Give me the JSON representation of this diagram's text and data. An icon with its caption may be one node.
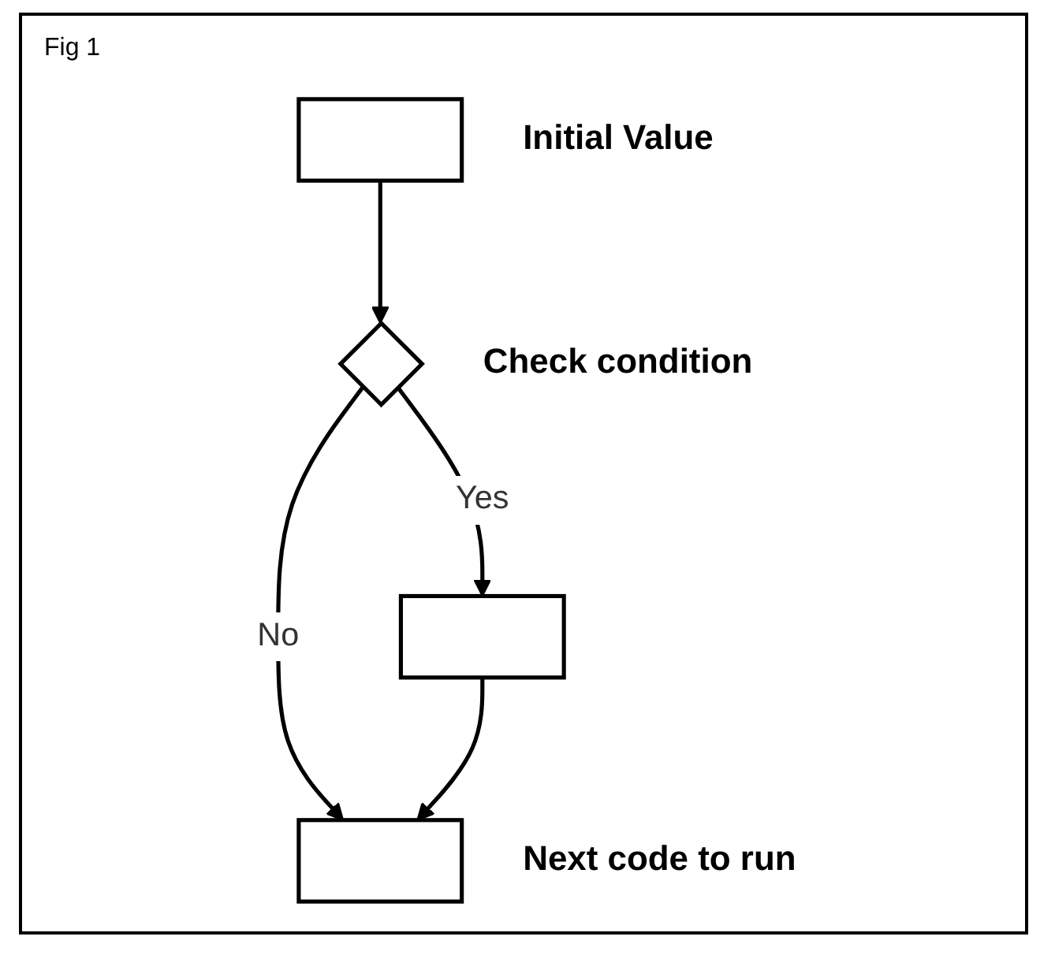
{
  "diagram": {
    "title": "Fig 1",
    "nodes": [
      {
        "text": [],
        "shape": "box",
        "beside": [
          "Initial Value"
        ]
      },
      {
        "text": [],
        "shape": "diamond",
        "beside": [
          "Check condition"
        ]
      },
      {
        "text": [],
        "shape": "box"
      },
      {
        "text": [],
        "shape": "box",
        "beside": [
          "Next code to run"
        ]
      }
    ],
    "edges": [
      {
        "from": 0,
        "to": 1,
        "arrow": "to"
      },
      {
        "from": 1,
        "to": 2,
        "arrow": "to",
        "label": "Yes"
      },
      {
        "from": 1,
        "to": 3,
        "arrow": "to",
        "label": "No"
      },
      {
        "from": 2,
        "to": 3,
        "arrow": "to"
      }
    ]
  }
}
